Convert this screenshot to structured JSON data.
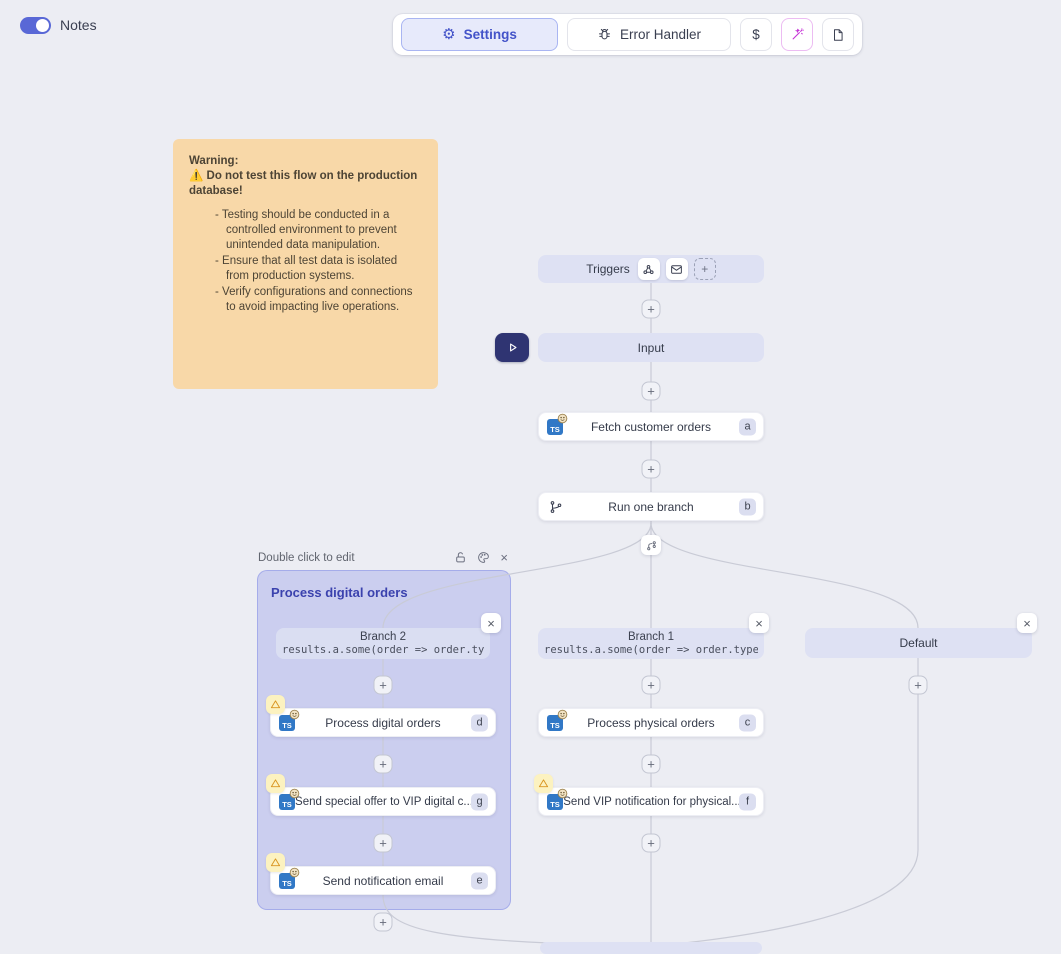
{
  "glyphs": {
    "plus": "+",
    "close": "×",
    "ts": "TS"
  },
  "colors": {
    "accent_indigo": "#4353c9",
    "canvas": "#ecedf3",
    "node_lavender": "#dee1f3",
    "group_fill": "#c7ccf1",
    "note_bg": "#f8d8a8",
    "warning_orange": "#d9941f",
    "ts_blue": "#3178c6",
    "play_navy": "#2f3472",
    "wand_fuchsia": "#c535d6",
    "toggle_on": "#5968d6"
  },
  "header": {
    "notes_label": "Notes",
    "toolbar": {
      "settings_label": "Settings",
      "settings_icon": "⚙",
      "error_handler_label": "Error Handler",
      "dollar_label": "$"
    }
  },
  "note": {
    "title": "Warning:",
    "alert": "⚠️ Do not test this flow on the production database!",
    "bullets": [
      "Testing should be conducted in a controlled environment to prevent unintended data manipulation.",
      "Ensure that all test data is isolated from production systems.",
      "Verify configurations and connections to avoid impacting live operations."
    ]
  },
  "flow": {
    "triggers": {
      "label": "Triggers"
    },
    "input": {
      "label": "Input"
    },
    "group": {
      "hint": "Double click to edit",
      "title": "Process digital orders"
    },
    "branches": {
      "branch2": {
        "label": "Branch 2",
        "condition": "results.a.some(order => order.type"
      },
      "branch1": {
        "label": "Branch 1",
        "condition": "results.a.some(order => order.type"
      },
      "default": {
        "label": "Default"
      }
    },
    "steps": {
      "fetch": {
        "label": "Fetch customer orders",
        "badge": "a"
      },
      "run_one_branch": {
        "label": "Run one branch",
        "badge": "b"
      },
      "process_digital": {
        "label": "Process digital orders",
        "badge": "d"
      },
      "send_special_offer": {
        "label": "Send special offer to VIP digital c...",
        "badge": "g"
      },
      "send_notification": {
        "label": "Send notification email",
        "badge": "e"
      },
      "process_physical": {
        "label": "Process physical orders",
        "badge": "c"
      },
      "send_vip_notification": {
        "label": "Send VIP notification for physical...",
        "badge": "f"
      }
    }
  }
}
